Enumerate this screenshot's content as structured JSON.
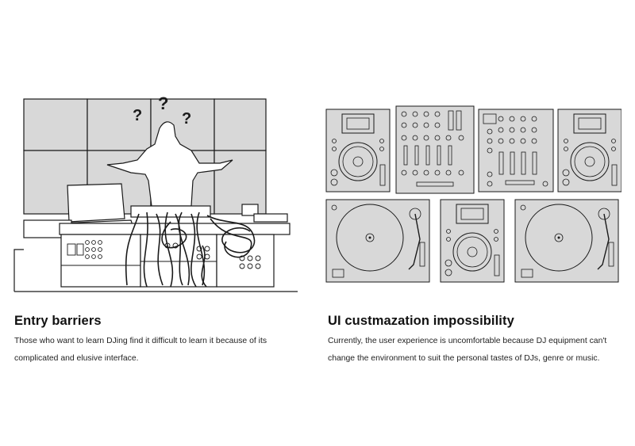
{
  "left": {
    "title": "Entry barriers",
    "body": "Those who want to learn DJing find it difficult to learn it because of its complicated and elusive interface.",
    "illustration_glyph": "?"
  },
  "right": {
    "title": "UI custmazation impossibility",
    "body": "Currently, the user experience is uncomfortable because DJ equipment can't change the environment to suit the personal tastes of DJs, genre or music."
  },
  "colors": {
    "panel_gray": "#d8d8d8",
    "line": "#1a1a1a",
    "text": "#111111"
  }
}
